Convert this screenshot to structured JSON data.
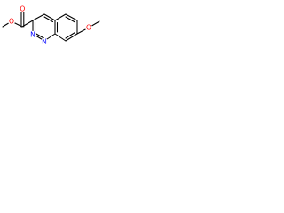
{
  "atoms": {
    "o_carbonyl": "O",
    "o_ester": "O",
    "n1": "N",
    "n2": "N",
    "o_methoxy": "O"
  },
  "colors": {
    "bond": "#000000",
    "oxygen": "#ff0000",
    "nitrogen": "#0000ff"
  }
}
